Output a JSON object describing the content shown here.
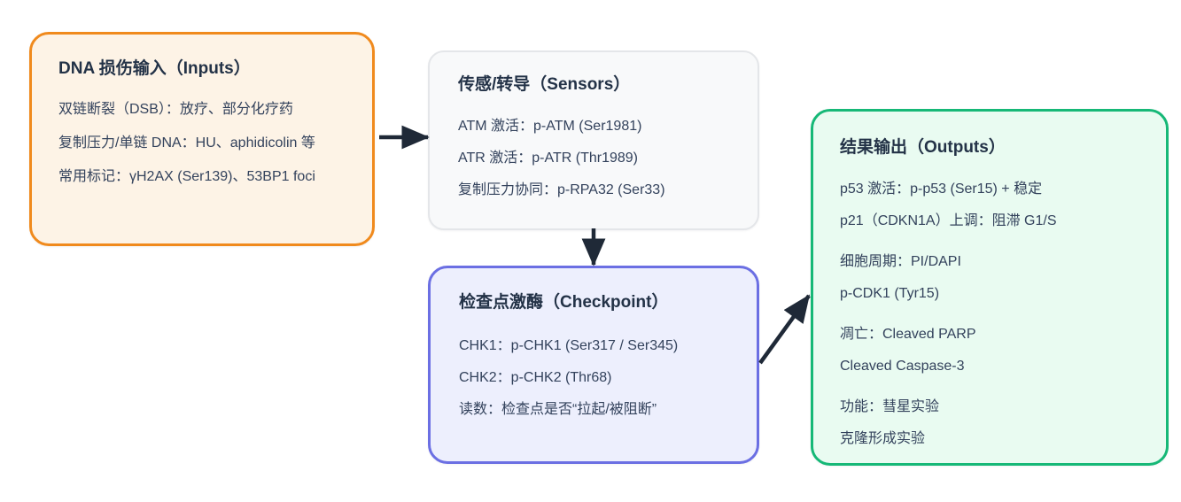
{
  "diagram": {
    "type": "flowchart",
    "arrow_color": "#1F2937",
    "text_color": "#33425c",
    "title_color": "#233247",
    "nodes": {
      "inputs": {
        "title": "DNA 损伤输入（Inputs）",
        "lines": [
          "双链断裂（DSB）：放疗、部分化疗药",
          "复制压力/单链 DNA：HU、aphidicolin 等",
          "常用标记：γH2AX (Ser139)、53BP1 foci"
        ],
        "accent_color": "#F08A1D",
        "fill_color": "#FDF3E6"
      },
      "sensors": {
        "title": "传感/转导（Sensors）",
        "lines": [
          "ATM 激活：p-ATM (Ser1981)",
          "ATR 激活：p-ATR (Thr1989)",
          "复制压力协同：p-RPA32 (Ser33)"
        ],
        "accent_color": "#E4E6E9",
        "fill_color": "#F8F9FA"
      },
      "checkpoint": {
        "title": "检查点激酶（Checkpoint）",
        "lines": [
          "CHK1：p-CHK1 (Ser317 / Ser345)",
          "CHK2：p-CHK2 (Thr68)",
          "读数：检查点是否“拉起/被阻断”"
        ],
        "accent_color": "#6B6FE3",
        "fill_color": "#EDEFFD"
      },
      "outputs": {
        "title": "结果输出（Outputs）",
        "groups": [
          [
            "p53 激活：p-p53 (Ser15) + 稳定",
            "p21（CDKN1A）上调：阻滞 G1/S"
          ],
          [
            "细胞周期：PI/DAPI",
            "p-CDK1 (Tyr15)"
          ],
          [
            "凋亡：Cleaved PARP",
            "Cleaved Caspase-3"
          ],
          [
            "功能：彗星实验",
            "克隆形成实验"
          ]
        ],
        "accent_color": "#16B877",
        "fill_color": "#E9FBF1"
      }
    },
    "edges": [
      {
        "from": "inputs",
        "to": "sensors",
        "direction": "right"
      },
      {
        "from": "sensors",
        "to": "checkpoint",
        "direction": "down"
      },
      {
        "from": "checkpoint",
        "to": "outputs",
        "direction": "up-right"
      }
    ]
  }
}
